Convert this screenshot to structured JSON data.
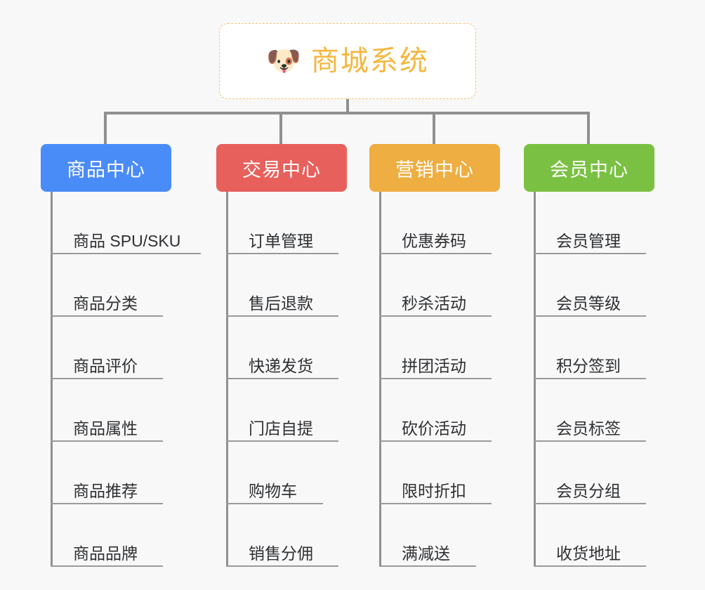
{
  "page": {
    "background_color": "#f8f8f8",
    "type": "mind-map"
  },
  "root": {
    "icon": "shiba-dog-emoji",
    "emoji": "🐶",
    "title": "商城系统",
    "text_color": "#f4b73f",
    "border_color": "#f0c674",
    "background_color": "#ffffff"
  },
  "connector": {
    "color": "#909090"
  },
  "branches": [
    {
      "id": "product-center",
      "label": "商品中心",
      "color": "#4a8cf7",
      "leaves": [
        {
          "label": "商品 SPU/SKU"
        },
        {
          "label": "商品分类"
        },
        {
          "label": "商品评价"
        },
        {
          "label": "商品属性"
        },
        {
          "label": "商品推荐"
        },
        {
          "label": "商品品牌"
        }
      ]
    },
    {
      "id": "trade-center",
      "label": "交易中心",
      "color": "#e8605c",
      "leaves": [
        {
          "label": "订单管理"
        },
        {
          "label": "售后退款"
        },
        {
          "label": "快递发货"
        },
        {
          "label": "门店自提"
        },
        {
          "label": "购物车"
        },
        {
          "label": "销售分佣"
        }
      ]
    },
    {
      "id": "marketing-center",
      "label": "营销中心",
      "color": "#eeae42",
      "leaves": [
        {
          "label": "优惠券码"
        },
        {
          "label": "秒杀活动"
        },
        {
          "label": "拼团活动"
        },
        {
          "label": "砍价活动"
        },
        {
          "label": "限时折扣"
        },
        {
          "label": "满减送"
        }
      ]
    },
    {
      "id": "member-center",
      "label": "会员中心",
      "color": "#7ac143",
      "leaves": [
        {
          "label": "会员管理"
        },
        {
          "label": "会员等级"
        },
        {
          "label": "积分签到"
        },
        {
          "label": "会员标签"
        },
        {
          "label": "会员分组"
        },
        {
          "label": "收货地址"
        }
      ]
    }
  ]
}
